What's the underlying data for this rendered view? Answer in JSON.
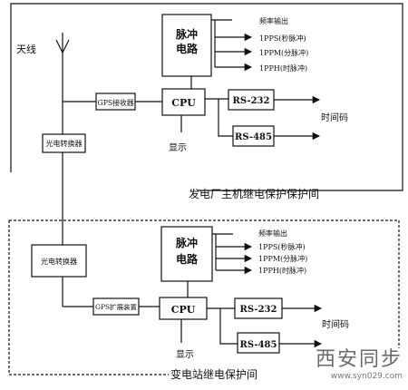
{
  "top_room": {
    "label": "发电厂主机继电保护保护间",
    "antenna_label": "天线",
    "gps_receiver": "GPS接收器",
    "optical_converter": "光电转换器",
    "pulse_circuit": [
      "脉冲",
      "电路"
    ],
    "cpu": "CPU",
    "display": "显示",
    "rs232": "RS-232",
    "rs485": "RS-485",
    "time_code": "时间码",
    "outputs": [
      "频率输出",
      "1PPS(秒脉冲)",
      "1PPM(分脉冲)",
      "1PPH(时脉冲)"
    ]
  },
  "bottom_room": {
    "label": "变电站继电保护间",
    "optical_converter": "光电转换器",
    "gps_expansion": "GPS扩展装置",
    "pulse_circuit": [
      "脉冲",
      "电路"
    ],
    "cpu": "CPU",
    "display": "显示",
    "rs232": "RS-232",
    "rs485": "RS-485",
    "time_code": "时间码",
    "outputs": [
      "频率输出",
      "1PPS(秒脉冲)",
      "1PPM(分脉冲)",
      "1PPH(时脉冲)"
    ]
  },
  "watermark": {
    "logo": "西安同步",
    "url": "www.syn029.com"
  }
}
